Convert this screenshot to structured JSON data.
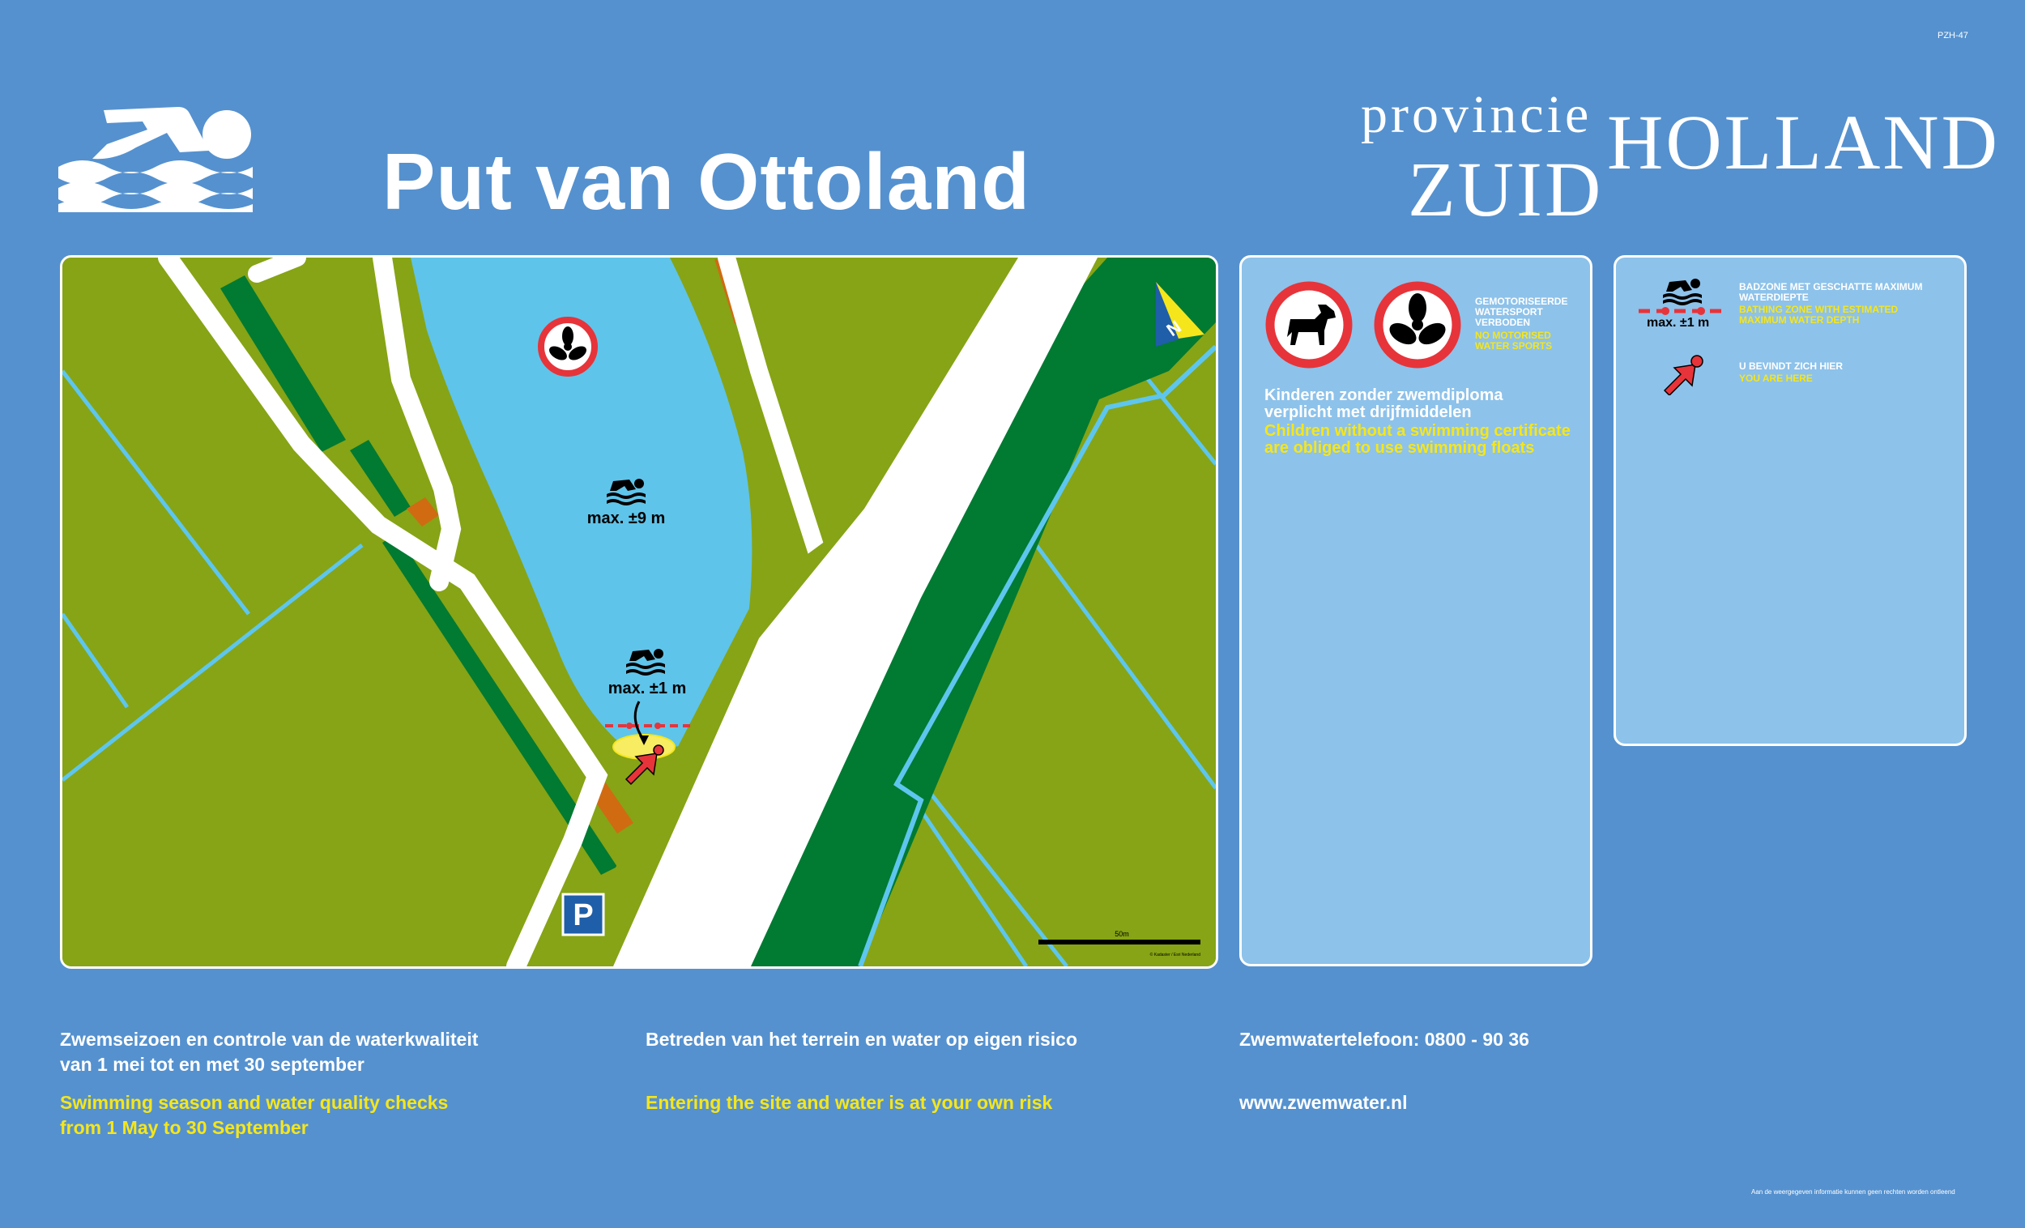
{
  "sign_code": "PZH-47",
  "title": "Put van Ottoland",
  "province_logo": {
    "line1": "provincie",
    "line2": "ZUID",
    "line3": "HOLLAND"
  },
  "map": {
    "depth_deep": "max. ±9 m",
    "depth_shallow": "max. ±1 m",
    "parking": "P",
    "north": "N",
    "scale_label": "50m",
    "credit": "© Kadaster / Esri Nederland"
  },
  "rules": {
    "motor_nl": [
      "GEMOTORISEERDE",
      "WATERSPORT",
      "VERBODEN"
    ],
    "motor_en": [
      "NO MOTORISED",
      "WATER SPORTS"
    ],
    "children_nl": [
      "Kinderen zonder zwemdiploma",
      "verplicht met drijfmiddelen"
    ],
    "children_en": [
      "Children without a swimming certificate",
      "are obliged to use swimming floats"
    ]
  },
  "legend": {
    "bathing_depth_label": "max. ±1 m",
    "bathing_nl": [
      "BADZONE MET GESCHATTE MAXIMUM",
      "WATERDIEPTE"
    ],
    "bathing_en": [
      "BATHING ZONE WITH ESTIMATED",
      "MAXIMUM WATER DEPTH"
    ],
    "here_nl": "U BEVINDT ZICH HIER",
    "here_en": "YOU ARE HERE"
  },
  "footer": {
    "season_nl": [
      "Zwemseizoen en controle van de waterkwaliteit",
      "van 1 mei tot en met 30 september"
    ],
    "season_en": [
      "Swimming season and water quality checks",
      "from 1 May to 30 September"
    ],
    "risk_nl": "Betreden van het terrein en water op eigen risico",
    "risk_en": "Entering the site and water is at your own risk",
    "phone": "Zwemwatertelefoon: 0800 - 90 36",
    "website": "www.zwemwater.nl"
  },
  "disclaimer": "Aan de weergegeven informatie kunnen geen rechten worden ontleend",
  "colors": {
    "background": "#5591cf",
    "grass": "#86a415",
    "dark_green": "#017a32",
    "lake": "#5fc4ea",
    "ditch": "#5ec6ee",
    "accent_yellow": "#f5e61c",
    "prohibition_red": "#e6343a"
  },
  "icons": [
    "swimmer-icon",
    "no-dogs-icon",
    "no-motorboat-icon",
    "parking-icon",
    "north-arrow-icon",
    "you-are-here-icon",
    "bathing-zone-icon"
  ]
}
